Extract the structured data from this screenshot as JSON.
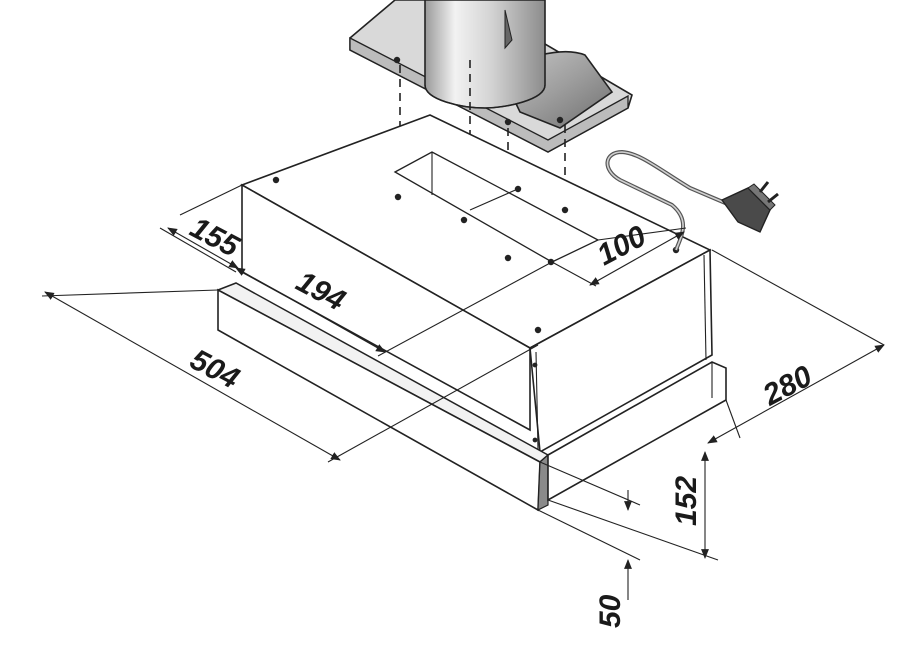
{
  "dimensions": {
    "d155": "155",
    "d194": "194",
    "d100": "100",
    "d504": "504",
    "d280": "280",
    "d152": "152",
    "d50": "50"
  },
  "colors": {
    "line": "#222222",
    "metal_light": "#e6e6e6",
    "metal_mid": "#bdbdbd",
    "metal_dark": "#8a8a8a",
    "plug": "#555555"
  }
}
